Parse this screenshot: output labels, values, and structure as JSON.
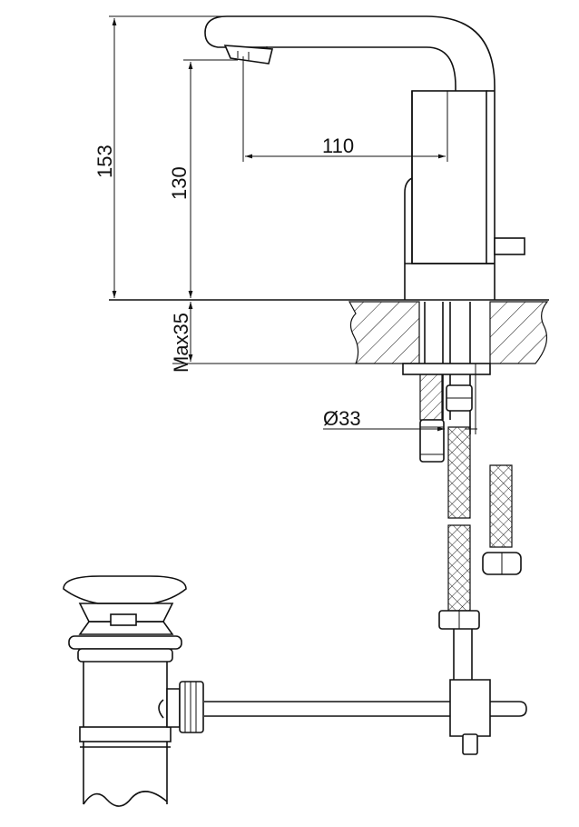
{
  "dimensions": {
    "total_height": "153",
    "spout_height": "130",
    "spout_reach": "110",
    "max_thickness": "Max35",
    "hole_diameter": "Ø33"
  },
  "colors": {
    "line": "#111111",
    "background": "#ffffff"
  }
}
